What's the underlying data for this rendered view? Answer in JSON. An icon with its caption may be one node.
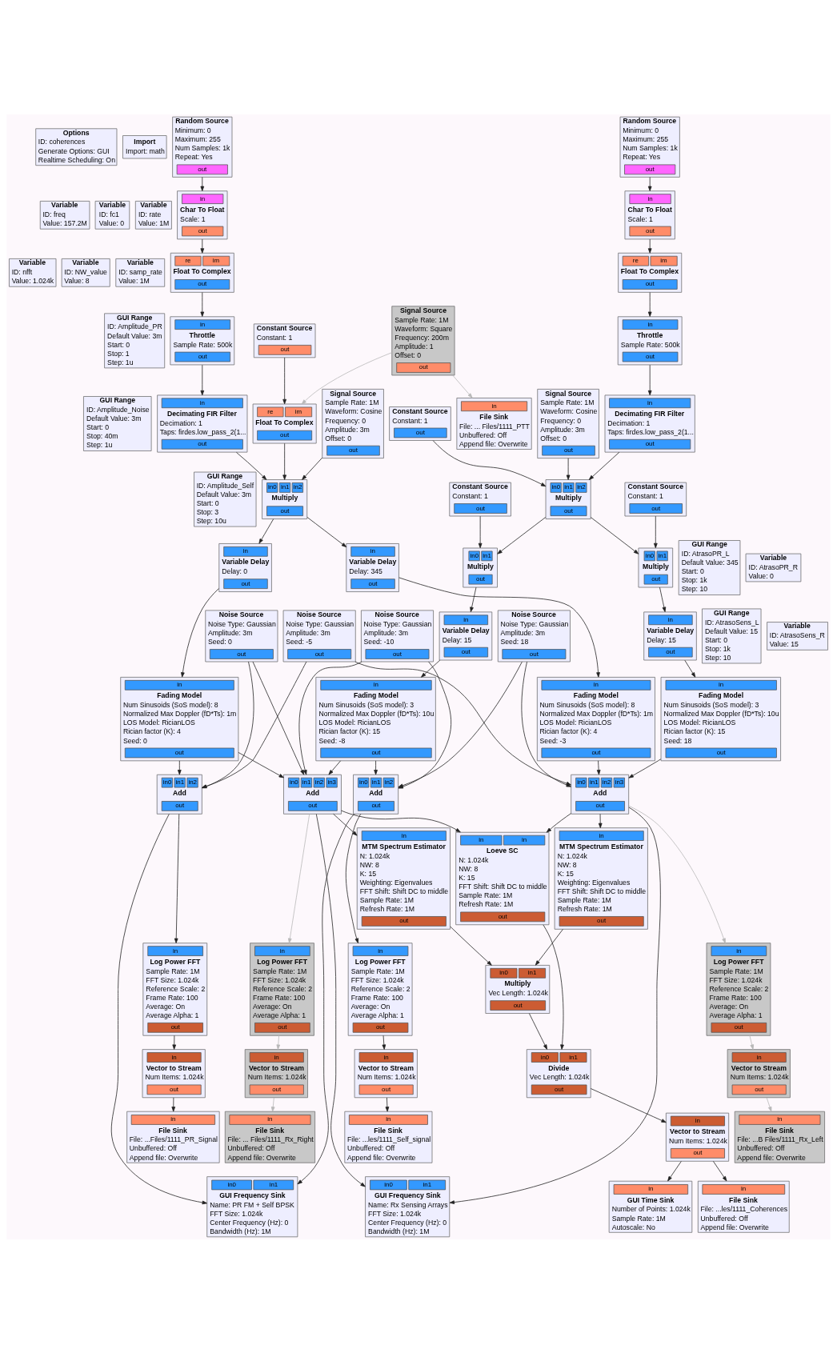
{
  "diagram": {
    "nodes": [
      {
        "text": [
          "Options",
          "ID: coherences",
          "Generate Options: GUI",
          "Realtime Scheduling: On"
        ]
      },
      {
        "text": [
          "Import",
          "Import: math"
        ]
      },
      {
        "text": [
          "Variable",
          "ID: freq",
          "Value: 157.2M"
        ]
      },
      {
        "text": [
          "Variable",
          "ID: fc1",
          "Value: 0"
        ]
      },
      {
        "text": [
          "Variable",
          "ID: rate",
          "Value: 1M"
        ]
      },
      {
        "text": [
          "Variable",
          "ID: nfft",
          "Value: 1.024k"
        ]
      },
      {
        "text": [
          "Variable",
          "ID: NW_value",
          "Value: 8"
        ]
      },
      {
        "text": [
          "Variable",
          "ID: samp_rate",
          "Value: 1M"
        ]
      },
      {
        "text": [
          "GUI Range",
          "ID: Amplitude_PR",
          "Default Value: 3m",
          "Start: 0",
          "Stop: 1",
          "Step: 1u"
        ]
      },
      {
        "text": [
          "GUI Range",
          "ID: Amplitude_Noise",
          "Default Value: 3m",
          "Start: 0",
          "Stop: 40m",
          "Step: 1u"
        ]
      },
      {
        "text": [
          "GUI Range",
          "ID: Amplitude_Self",
          "Default Value: 3m",
          "Start: 0",
          "Stop: 3",
          "Step: 10u"
        ]
      },
      {
        "text": [
          "Random Source",
          "Minimum: 0",
          "Maximum: 255",
          "Num Samples: 1k",
          "Repeat: Yes",
          "out"
        ]
      },
      {
        "text": [
          "in",
          "Char To Float",
          "Scale: 1",
          "out"
        ]
      },
      {
        "text": [
          "re",
          "im",
          "Float To Complex",
          "out"
        ]
      },
      {
        "text": [
          "in",
          "Throttle",
          "Sample Rate: 500k",
          "out"
        ]
      },
      {
        "text": [
          "in",
          "Decimating FIR Filter",
          "Decimation: 1",
          "Taps: firdes.low_pass_2(1...",
          "out"
        ]
      },
      {
        "text": [
          "Signal Source",
          "Sample Rate: 1M",
          "Waveform: Cosine",
          "Frequency: 0",
          "Amplitude: 3m",
          "Offset: 0",
          "out"
        ]
      },
      {
        "text": [
          "Signal Source",
          "Sample Rate: 1M",
          "Waveform: Square",
          "Frequency: 200m",
          "Amplitude: 1",
          "Offset: 0",
          "out"
        ]
      },
      {
        "text": [
          "Constant Source",
          "Constant: 1",
          "out"
        ]
      },
      {
        "text": [
          "re",
          "im",
          "Float To Complex",
          "out"
        ]
      },
      {
        "text": [
          "in",
          "File Sink",
          "File: ... Files/1111_PTT",
          "Unbuffered: Off",
          "Append file: Overwrite"
        ]
      },
      {
        "text": [
          "in0",
          "in1",
          "in2",
          "Multiply",
          "out"
        ]
      },
      {
        "text": [
          "in",
          "Variable Delay",
          "Delay: 345",
          "out"
        ]
      },
      {
        "text": [
          "GUI Range",
          "ID: AtrasoPR_L",
          "Default Value: 345",
          "Start: 0",
          "Stop: 1k",
          "Step: 10"
        ]
      },
      {
        "text": [
          "Variable",
          "ID: AtrasoPR_R",
          "Value: 0"
        ]
      },
      {
        "text": [
          "in",
          "Variable Delay",
          "Delay: 0",
          "out"
        ]
      },
      {
        "text": [
          "in",
          "File Sink",
          "File: ...Files/1111_PR_Signal",
          "Unbuffered: Off",
          "Append file: Overwrite"
        ]
      },
      {
        "text": [
          "in",
          "Vector to Stream",
          "Num Items: 1.024k",
          "out"
        ]
      },
      {
        "text": [
          "in",
          "Log Power FFT",
          "Sample Rate: 1M",
          "FFT Size: 1.024k",
          "Reference Scale: 2",
          "Frame Rate: 100",
          "Average: On",
          "Average Alpha: 1",
          "out"
        ]
      },
      {
        "text": [
          "in",
          "Fading Model",
          "Num Sinusoids (SoS model): 8",
          "Normalized Max Doppler (fD*Ts): 1m",
          "LOS Model: RicianLOS",
          "Rician factor (K): 4",
          "Seed: -3",
          "out"
        ]
      },
      {
        "text": [
          "Noise Source",
          "Noise Type: Gaussian",
          "Amplitude: 3m",
          "Seed: -5",
          "out"
        ]
      },
      {
        "text": [
          "Noise Source",
          "Noise Type: Gaussian",
          "Amplitude: 3m",
          "Seed: 0",
          "out"
        ]
      },
      {
        "text": [
          "in",
          "Fading Model",
          "Num Sinusoids (SoS model): 8",
          "Normalized Max Doppler (fD*Ts): 1m",
          "LOS Model: RicianLOS",
          "Rician factor (K): 4",
          "Seed: 0",
          "out"
        ]
      },
      {
        "text": [
          "in",
          "File Sink",
          "File: ...B Files/1111_Rx_Left",
          "Unbuffered: Off",
          "Append file: Overwrite"
        ]
      },
      {
        "text": [
          "in",
          "Vector to Stream",
          "Num Items: 1.024k",
          "out"
        ]
      },
      {
        "text": [
          "in",
          "Log Power FFT",
          "Sample Rate: 1M",
          "FFT Size: 1.024k",
          "Reference Scale: 2",
          "Frame Rate: 100",
          "Average: On",
          "Average Alpha: 1",
          "out"
        ]
      },
      {
        "text": [
          "in0",
          "in1",
          "in2",
          "in3",
          "Add",
          "out"
        ]
      },
      {
        "text": [
          "in0",
          "in1",
          "in2",
          "Add",
          "out"
        ]
      },
      {
        "text": [
          "in0",
          "in1",
          "in2",
          "Add",
          "out"
        ]
      },
      {
        "text": [
          "in0",
          "in1",
          "in2",
          "in3",
          "Add",
          "out"
        ]
      },
      {
        "text": [
          "in0",
          "in1",
          "GUI Frequency Sink",
          "Name: Rx Sensing Arrays",
          "FFT Size: 1.024k",
          "Center Frequency (Hz): 0",
          "Bandwidth (Hz): 1M"
        ]
      },
      {
        "text": [
          "in0",
          "in1",
          "GUI Frequency Sink",
          "Name: PR FM + Self BPSK",
          "FFT Size: 1.024k",
          "Center Frequency (Hz): 0",
          "Bandwidth (Hz): 1M"
        ]
      },
      {
        "text": [
          "in",
          "Log Power FFT",
          "Sample Rate: 1M",
          "FFT Size: 1.024k",
          "Reference Scale: 2",
          "Frame Rate: 100",
          "Average: On",
          "Average Alpha: 1",
          "out"
        ]
      },
      {
        "text": [
          "in",
          "Vector to Stream",
          "Num Items: 1.024k",
          "out"
        ]
      },
      {
        "text": [
          "in",
          "File Sink",
          "File: ...les/1111_Self_signal",
          "Unbuffered: Off",
          "Append file: Overwrite"
        ]
      },
      {
        "text": [
          "in",
          "MTM Spectrum Estimator",
          "N: 1.024k",
          "NW: 8",
          "K: 15",
          "Weighting: Eigenvalues",
          "FFT Shift: Shift DC to middle",
          "Sample Rate: 1M",
          "Refresh Rate: 1M",
          "out"
        ]
      },
      {
        "text": [
          "in",
          "MTM Spectrum Estimator",
          "N: 1.024k",
          "NW: 8",
          "K: 15",
          "Weighting: Eigenvalues",
          "FFT Shift: Shift DC to middle",
          "Sample Rate: 1M",
          "Refresh Rate: 1M",
          "out"
        ]
      },
      {
        "text": [
          "in",
          "in",
          "Loeve SC",
          "N: 1.024k",
          "NW: 8",
          "K: 15",
          "FFT Shift: Shift DC to middle",
          "Sample Rate: 1M",
          "Refresh Rate: 1M",
          "out"
        ]
      },
      {
        "text": [
          "in",
          "Log Power FFT",
          "Sample Rate: 1M",
          "FFT Size: 1.024k",
          "Reference Scale: 2",
          "Frame Rate: 100",
          "Average: On",
          "Average Alpha: 1",
          "out"
        ]
      },
      {
        "text": [
          "in",
          "Vector to Stream",
          "Num Items: 1.024k",
          "out"
        ]
      },
      {
        "text": [
          "in",
          "File Sink",
          "File: ... Files/1111_Rx_Right",
          "Unbuffered: Off",
          "Append file: Overwrite"
        ]
      },
      {
        "text": [
          "in",
          "Fading Model",
          "Num Sinusoids (SoS model): 3",
          "Normalized Max Doppler (fD*Ts): 10u",
          "LOS Model: RicianLOS",
          "Rician factor (K): 15",
          "Seed: 18",
          "out"
        ]
      },
      {
        "text": [
          "Noise Source",
          "Noise Type: Gaussian",
          "Amplitude: 3m",
          "Seed: 18",
          "out"
        ]
      },
      {
        "text": [
          "Noise Source",
          "Noise Type: Gaussian",
          "Amplitude: 3m",
          "Seed: -10",
          "out"
        ]
      },
      {
        "text": [
          "in",
          "Fading Model",
          "Num Sinusoids (SoS model): 3",
          "Normalized Max Doppler (fD*Ts): 10u",
          "LOS Model: RicianLOS",
          "Rician factor (K): 15",
          "Seed: -8",
          "out"
        ]
      },
      {
        "text": [
          "in",
          "Variable Delay",
          "Delay: 15",
          "out"
        ]
      },
      {
        "text": [
          "GUI Range",
          "ID: AtrasoSens_L",
          "Default Value: 15",
          "Start: 0",
          "Stop: 1k",
          "Step: 10"
        ]
      },
      {
        "text": [
          "Variable",
          "ID: AtrasoSens_R",
          "Value: 15"
        ]
      },
      {
        "text": [
          "in",
          "Variable Delay",
          "Delay: 15",
          "out"
        ]
      },
      {
        "text": [
          "in0",
          "in1",
          "Multiply",
          "out"
        ]
      },
      {
        "text": [
          "Constant Source",
          "Constant: 1",
          "out"
        ]
      },
      {
        "text": [
          "in0",
          "in1",
          "Multiply",
          "out"
        ]
      },
      {
        "text": [
          "Constant Source",
          "Constant: 1",
          "out"
        ]
      },
      {
        "text": [
          "in0",
          "in1",
          "in2",
          "Multiply",
          "out"
        ]
      },
      {
        "text": [
          "Signal Source",
          "Sample Rate: 1M",
          "Waveform: Cosine",
          "Frequency: 0",
          "Amplitude: 3m",
          "Offset: 0",
          "out"
        ]
      },
      {
        "text": [
          "Constant Source",
          "Constant: 1",
          "out"
        ]
      },
      {
        "text": [
          "in",
          "Decimating FIR Filter",
          "Decimation: 1",
          "Taps: firdes.low_pass_2(1...",
          "out"
        ]
      },
      {
        "text": [
          "in",
          "Throttle",
          "Sample Rate: 500k",
          "out"
        ]
      },
      {
        "text": [
          "re",
          "im",
          "Float To Complex",
          "out"
        ]
      },
      {
        "text": [
          "in",
          "Char To Float",
          "Scale: 1",
          "out"
        ]
      },
      {
        "text": [
          "Random Source",
          "Minimum: 0",
          "Maximum: 255",
          "Num Samples: 1k",
          "Repeat: Yes",
          "out"
        ]
      },
      {
        "text": [
          "in0",
          "in1",
          "Multiply",
          "Vec Length: 1.024k",
          "out"
        ]
      },
      {
        "text": [
          "in0",
          "in1",
          "Divide",
          "Vec Length: 1.024k",
          "out"
        ]
      },
      {
        "text": [
          "in",
          "Vector to Stream",
          "Num Items: 1.024k",
          "out"
        ]
      },
      {
        "text": [
          "in",
          "GUI Time Sink",
          "Number of Points: 1.024k",
          "Sample Rate: 1M",
          "Autoscale: No"
        ]
      },
      {
        "text": [
          "in",
          "File Sink",
          "File: ...les/1111_Coherences",
          "Unbuffered: Off",
          "Append file: Overwrite"
        ]
      }
    ],
    "edges": [
      {
        "from": 11,
        "to": 12,
        "arrow": "to"
      },
      {
        "from": 12,
        "to": 13,
        "arrow": "to"
      },
      {
        "from": 13,
        "to": 14,
        "arrow": "to"
      },
      {
        "from": 14,
        "to": 15,
        "arrow": "to"
      },
      {
        "from": 15,
        "to": 21,
        "arrow": "to"
      },
      {
        "from": 16,
        "to": 21,
        "arrow": "to"
      },
      {
        "from": 19,
        "to": 21,
        "arrow": "to"
      },
      {
        "from": 17,
        "to": 19,
        "arrow": "to",
        "color": "#b8b8b8"
      },
      {
        "from": 17,
        "to": 20,
        "arrow": "to",
        "color": "#b8b8b8"
      },
      {
        "from": 18,
        "to": 19,
        "arrow": "to"
      },
      {
        "from": 21,
        "to": 22,
        "arrow": "to"
      },
      {
        "from": 21,
        "to": 25,
        "arrow": "to"
      },
      {
        "from": 22,
        "to": 29,
        "arrow": "to"
      },
      {
        "from": 25,
        "to": 32,
        "arrow": "to"
      },
      {
        "from": 29,
        "to": 36,
        "arrow": "to"
      },
      {
        "from": 30,
        "to": 36,
        "arrow": "to"
      },
      {
        "from": 52,
        "to": 36,
        "arrow": "to"
      },
      {
        "from": 51,
        "to": 36,
        "arrow": "to"
      },
      {
        "from": 32,
        "to": 37,
        "arrow": "to"
      },
      {
        "from": 31,
        "to": 37,
        "arrow": "to"
      },
      {
        "from": 30,
        "to": 37,
        "arrow": "to"
      },
      {
        "from": 53,
        "to": 38,
        "arrow": "to"
      },
      {
        "from": 54,
        "to": 38,
        "arrow": "to"
      },
      {
        "from": 52,
        "to": 38,
        "arrow": "to"
      },
      {
        "from": 31,
        "to": 39,
        "arrow": "to"
      },
      {
        "from": 54,
        "to": 39,
        "arrow": "to"
      },
      {
        "from": 32,
        "to": 39,
        "arrow": "to"
      },
      {
        "from": 53,
        "to": 39,
        "arrow": "to"
      },
      {
        "from": 36,
        "to": 35,
        "arrow": "to",
        "color": "#b8b8b8"
      },
      {
        "from": 35,
        "to": 34,
        "arrow": "to",
        "color": "#b8b8b8"
      },
      {
        "from": 34,
        "to": 33,
        "arrow": "to",
        "color": "#b8b8b8"
      },
      {
        "from": 36,
        "to": 40,
        "arrow": "to"
      },
      {
        "from": 36,
        "to": 45,
        "arrow": "to"
      },
      {
        "from": 36,
        "to": 47,
        "arrow": "to"
      },
      {
        "from": 39,
        "to": 48,
        "arrow": "to",
        "color": "#b8b8b8"
      },
      {
        "from": 48,
        "to": 49,
        "arrow": "to",
        "color": "#b8b8b8"
      },
      {
        "from": 49,
        "to": 50,
        "arrow": "to",
        "color": "#b8b8b8"
      },
      {
        "from": 39,
        "to": 40,
        "arrow": "to"
      },
      {
        "from": 39,
        "to": 46,
        "arrow": "to"
      },
      {
        "from": 39,
        "to": 47,
        "arrow": "to"
      },
      {
        "from": 37,
        "to": 28,
        "arrow": "to"
      },
      {
        "from": 28,
        "to": 27,
        "arrow": "to"
      },
      {
        "from": 27,
        "to": 26,
        "arrow": "to"
      },
      {
        "from": 37,
        "to": 41,
        "arrow": "to"
      },
      {
        "from": 38,
        "to": 42,
        "arrow": "to"
      },
      {
        "from": 42,
        "to": 43,
        "arrow": "to"
      },
      {
        "from": 43,
        "to": 44,
        "arrow": "to"
      },
      {
        "from": 38,
        "to": 41,
        "arrow": "to"
      },
      {
        "from": 45,
        "to": 71,
        "arrow": "to"
      },
      {
        "from": 46,
        "to": 71,
        "arrow": "to"
      },
      {
        "from": 71,
        "to": 72,
        "arrow": "to"
      },
      {
        "from": 47,
        "to": 72,
        "arrow": "to"
      },
      {
        "from": 72,
        "to": 73,
        "arrow": "to"
      },
      {
        "from": 73,
        "to": 75,
        "arrow": "to"
      },
      {
        "from": 73,
        "to": 74,
        "arrow": "to"
      },
      {
        "from": 70,
        "to": 69,
        "arrow": "to"
      },
      {
        "from": 69,
        "to": 68,
        "arrow": "to"
      },
      {
        "from": 68,
        "to": 67,
        "arrow": "to"
      },
      {
        "from": 67,
        "to": 66,
        "arrow": "to"
      },
      {
        "from": 66,
        "to": 63,
        "arrow": "to"
      },
      {
        "from": 65,
        "to": 63,
        "arrow": "to"
      },
      {
        "from": 64,
        "to": 63,
        "arrow": "to"
      },
      {
        "from": 63,
        "to": 59,
        "arrow": "to"
      },
      {
        "from": 63,
        "to": 61,
        "arrow": "to"
      },
      {
        "from": 60,
        "to": 59,
        "arrow": "to"
      },
      {
        "from": 62,
        "to": 61,
        "arrow": "to"
      },
      {
        "from": 59,
        "to": 55,
        "arrow": "to"
      },
      {
        "from": 61,
        "to": 58,
        "arrow": "to"
      },
      {
        "from": 55,
        "to": 51,
        "arrow": "to"
      },
      {
        "from": 58,
        "to": 54,
        "arrow": "to"
      }
    ]
  }
}
